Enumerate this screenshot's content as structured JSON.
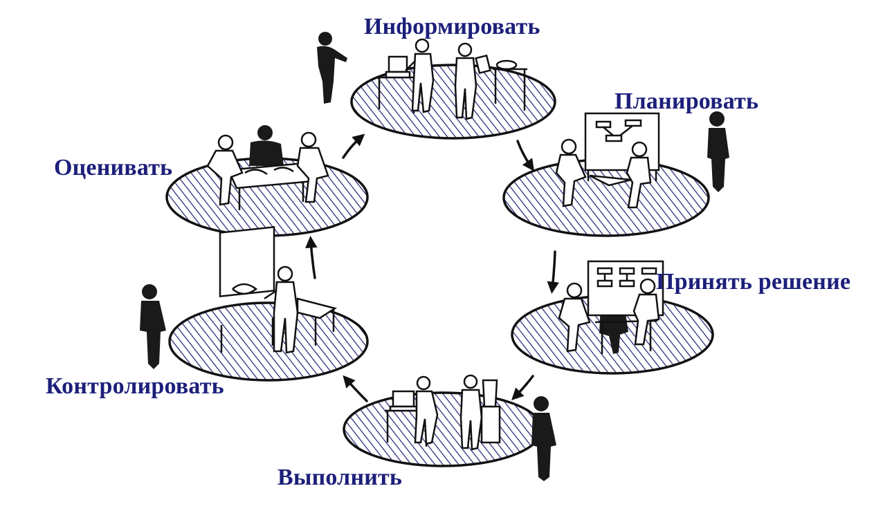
{
  "colors": {
    "label": "#1c1f7a",
    "hatch": "#2a2f7a",
    "ink": "#111111",
    "silhouette": "#1a1a1a"
  },
  "cycle_stages": [
    {
      "id": "inform",
      "label": "Информировать"
    },
    {
      "id": "plan",
      "label": "Планировать"
    },
    {
      "id": "decide",
      "label": "Принять решение"
    },
    {
      "id": "execute",
      "label": "Выполнить"
    },
    {
      "id": "control",
      "label": "Контролировать"
    },
    {
      "id": "assess",
      "label": "Оценивать"
    }
  ],
  "icons": {
    "platform": "hatched-platform-icon",
    "arrow": "cycle-arrow-icon",
    "observer": "observer-silhouette-icon",
    "person": "person-sketch-icon",
    "board": "planning-board-icon",
    "computer": "computer-icon",
    "table": "table-icon"
  }
}
